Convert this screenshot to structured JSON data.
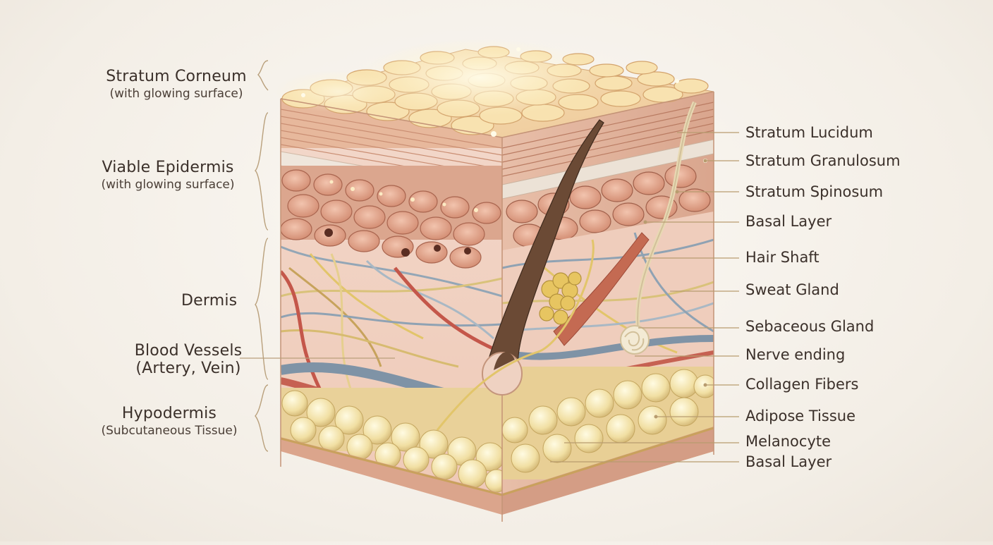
{
  "diagram": {
    "left_labels": [
      {
        "id": "stratum-corneum",
        "main": "Stratum Corneum",
        "sub": "(with glowing surface)"
      },
      {
        "id": "viable-epidermis",
        "main": "Viable Epidermis",
        "sub": "(with glowing surface)"
      },
      {
        "id": "dermis",
        "main": "Dermis",
        "sub": ""
      },
      {
        "id": "blood-vessels",
        "main": "Blood Vessels",
        "sub": "(Artery, Vein)"
      },
      {
        "id": "hypodermis",
        "main": "Hypodermis",
        "sub": "(Subcutaneous Tissue)"
      }
    ],
    "right_labels": [
      "Stratum Lucidum",
      "Stratum Granulosum",
      "Stratum Spinosum",
      "Basal Layer",
      "Hair Shaft",
      "Sweat Gland",
      "Sebaceous Gland",
      "Nerve ending",
      "Collagen Fibers",
      "Adipose Tissue",
      "Melanocyte",
      "Basal Layer"
    ]
  },
  "colors": {
    "background": "#f4efe7",
    "corneum": "#f3d9a6",
    "epidermis": "#dba48c",
    "dermis": "#f0cfc0",
    "fat": "#f4e6b3",
    "artery": "#c4574a",
    "vein": "#7f93a6",
    "nerve": "#e2c56a",
    "hair": "#6b4a35",
    "leader": "#b89c6f"
  }
}
